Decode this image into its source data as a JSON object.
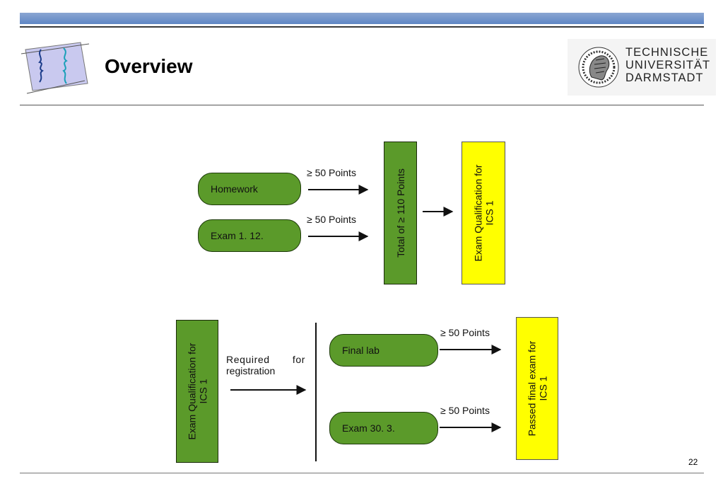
{
  "header": {
    "title": "Overview",
    "logo_lines": [
      "TECHNISCHE",
      "UNIVERSITÄT",
      "DARMSTADT"
    ]
  },
  "footer": {
    "page_number": "22"
  },
  "diagram": {
    "top": {
      "homework": "Homework",
      "exam_mid": "Exam 1. 12.",
      "points_1": "≥ 50 Points",
      "points_2": "≥ 50 Points",
      "total": "Total of  ≥ 110 Points",
      "qualification": [
        "Exam Qualification for",
        "ICS 1"
      ]
    },
    "bottom": {
      "qualification": [
        "Exam Qualification for",
        "ICS 1"
      ],
      "required_words": [
        "Required",
        "for"
      ],
      "registration": "registration",
      "final_lab": "Final lab",
      "exam_final": "Exam 30. 3.",
      "points_1": "≥ 50 Points",
      "points_2": "≥ 50 Points",
      "passed": [
        "Passed final exam for",
        "ICS 1"
      ]
    }
  },
  "colors": {
    "green": "#5b9a2a",
    "yellow": "#ffff00",
    "band": "#5f86c4"
  }
}
